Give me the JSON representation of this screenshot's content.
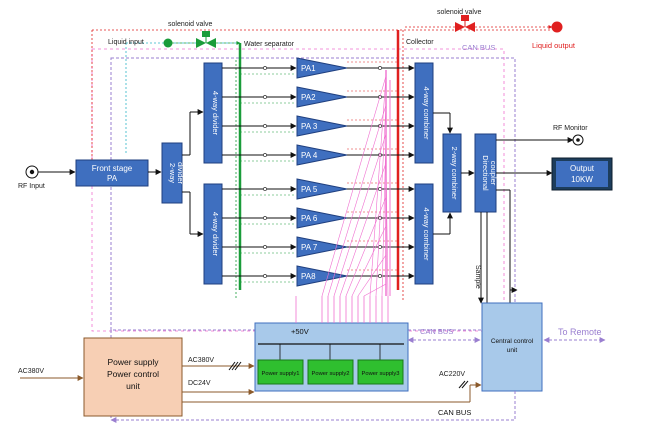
{
  "colors": {
    "block": "#3f6fbf",
    "block_edge": "#1f3f7f",
    "dark_block": "#1d3d5c",
    "psu_panel": "#a8c9ea",
    "psu_module": "#2fbf2f",
    "power_supply": "#f7cfb4",
    "control": "#a8c9ea",
    "red": "#e02020",
    "green": "#1a9c3a",
    "pink": "#f070d0",
    "purple": "#9a7fd0",
    "brown": "#8b5a2b",
    "cyan": "#2fb5c8"
  },
  "labels": {
    "rf_input": "RF Input",
    "front_stage": "Front stage\nPA",
    "two_way_divider": "2-way\ndivider",
    "four_way_divider": "4-way divider",
    "four_way_combiner": "4-way combiner",
    "two_way_combiner": "2-way combiner",
    "directional_coupler": "Directional\ncoupler",
    "output": "Output\n10KW",
    "rf_monitor": "RF Monitor",
    "liquid_input": "Liquid input",
    "liquid_output": "Liquid output",
    "solenoid_valve_1": "solenoid valve",
    "solenoid_valve_2": "solenoid valve",
    "water_separator": "Water separator",
    "collector": "Collector",
    "can_bus_top": "CAN BUS",
    "can_bus_mid": "CAN BUS",
    "can_bus_bottom": "CAN BUS",
    "to_remote": "To Remote",
    "central_control": "Central control\nunit",
    "p50v": "+50V",
    "power_supply_block": "Power supply\nPower control\nunit",
    "ac380v_in": "AC380V",
    "ac380v_out": "AC380V",
    "dc24v": "DC24V",
    "ac220v": "AC220V",
    "sample": "Sample",
    "psu_modules": [
      "Power supply1",
      "Power supply2",
      "Power supply3"
    ]
  },
  "amplifiers": [
    "PA1",
    "PA2",
    "PA 3",
    "PA 4",
    "PA 5",
    "PA 6",
    "PA 7",
    "PA8"
  ]
}
